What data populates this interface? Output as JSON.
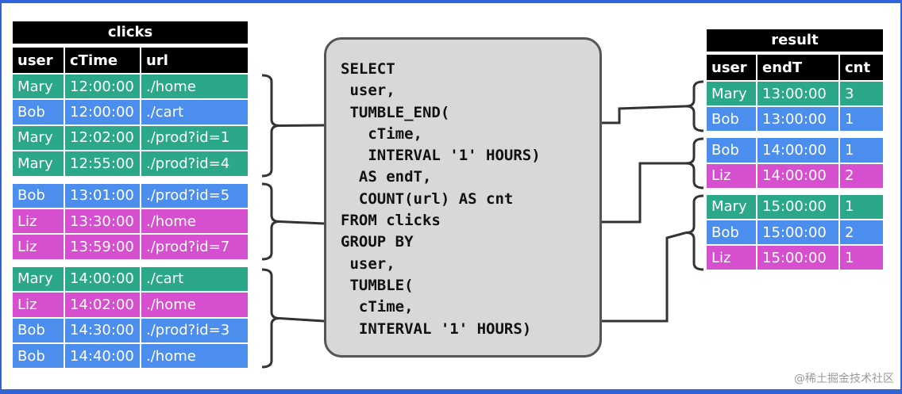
{
  "clicks_table": {
    "title": "clicks",
    "headers": [
      "user",
      "cTime",
      "url"
    ],
    "groups": [
      [
        {
          "user": "Mary",
          "cTime": "12:00:00",
          "url": "./home",
          "color": "#2aa889"
        },
        {
          "user": "Bob",
          "cTime": "12:00:00",
          "url": "./cart",
          "color": "#4c8eee"
        },
        {
          "user": "Mary",
          "cTime": "12:02:00",
          "url": "./prod?id=1",
          "color": "#2aa889"
        },
        {
          "user": "Mary",
          "cTime": "12:55:00",
          "url": "./prod?id=4",
          "color": "#2aa889"
        }
      ],
      [
        {
          "user": "Bob",
          "cTime": "13:01:00",
          "url": "./prod?id=5",
          "color": "#4c8eee"
        },
        {
          "user": "Liz",
          "cTime": "13:30:00",
          "url": "./home",
          "color": "#d64fcf"
        },
        {
          "user": "Liz",
          "cTime": "13:59:00",
          "url": "./prod?id=7",
          "color": "#d64fcf"
        }
      ],
      [
        {
          "user": "Mary",
          "cTime": "14:00:00",
          "url": "./cart",
          "color": "#2aa889"
        },
        {
          "user": "Liz",
          "cTime": "14:02:00",
          "url": "./home",
          "color": "#d64fcf"
        },
        {
          "user": "Bob",
          "cTime": "14:30:00",
          "url": "./prod?id=3",
          "color": "#4c8eee"
        },
        {
          "user": "Bob",
          "cTime": "14:40:00",
          "url": "./home",
          "color": "#4c8eee"
        }
      ]
    ]
  },
  "sql_query": {
    "lines": [
      "SELECT",
      " user,",
      " TUMBLE_END(",
      "   cTime,",
      "   INTERVAL '1' HOURS)",
      "  AS endT,",
      "  COUNT(url) AS cnt",
      "FROM clicks",
      "GROUP BY",
      " user,",
      " TUMBLE(",
      "  cTime,",
      "  INTERVAL '1' HOURS)"
    ]
  },
  "result_table": {
    "title": "result",
    "headers": [
      "user",
      "endT",
      "cnt"
    ],
    "groups": [
      [
        {
          "user": "Mary",
          "endT": "13:00:00",
          "cnt": "3",
          "color": "#2aa889"
        },
        {
          "user": "Bob",
          "endT": "13:00:00",
          "cnt": "1",
          "color": "#4c8eee"
        }
      ],
      [
        {
          "user": "Bob",
          "endT": "14:00:00",
          "cnt": "1",
          "color": "#4c8eee"
        },
        {
          "user": "Liz",
          "endT": "14:00:00",
          "cnt": "2",
          "color": "#d64fcf"
        }
      ],
      [
        {
          "user": "Mary",
          "endT": "15:00:00",
          "cnt": "1",
          "color": "#2aa889"
        },
        {
          "user": "Bob",
          "endT": "15:00:00",
          "cnt": "2",
          "color": "#4c8eee"
        },
        {
          "user": "Liz",
          "endT": "15:00:00",
          "cnt": "1",
          "color": "#d64fcf"
        }
      ]
    ]
  },
  "watermark": "@稀土掘金技术社区",
  "colors": {
    "frame": "#2f63d6",
    "connector": "#333333",
    "sql_box_fill": "#d8d8d8"
  }
}
